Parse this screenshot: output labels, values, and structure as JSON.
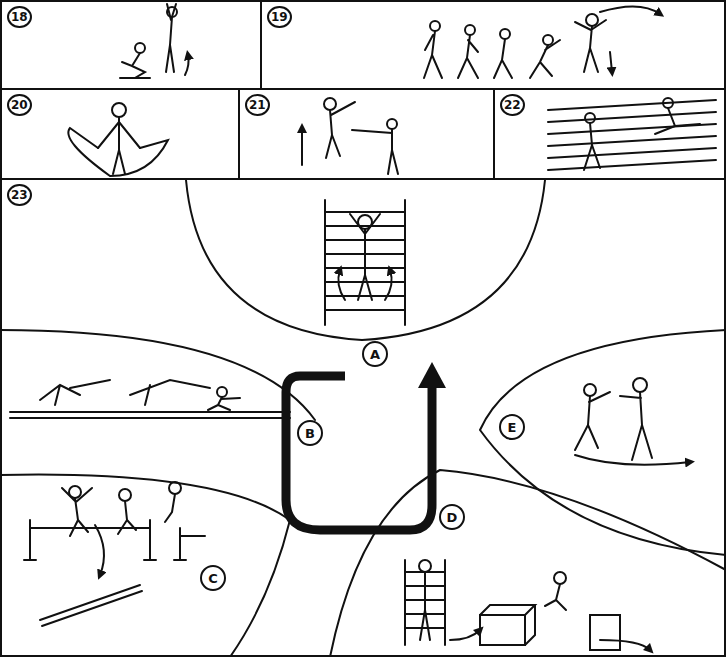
{
  "diagram": {
    "nodes": [
      {
        "text": [
          "18"
        ]
      },
      {
        "text": [
          "19"
        ]
      },
      {
        "text": [
          "20"
        ]
      },
      {
        "text": [
          "21"
        ]
      },
      {
        "text": [
          "22"
        ]
      },
      {
        "text": [
          "23"
        ]
      },
      {
        "text": [
          "A"
        ],
        "in": 5
      },
      {
        "text": [
          "B"
        ],
        "in": 5
      },
      {
        "text": [
          "E"
        ],
        "in": 5
      },
      {
        "text": [
          "C"
        ],
        "in": 5
      },
      {
        "text": [
          "D"
        ],
        "in": 5
      }
    ]
  }
}
